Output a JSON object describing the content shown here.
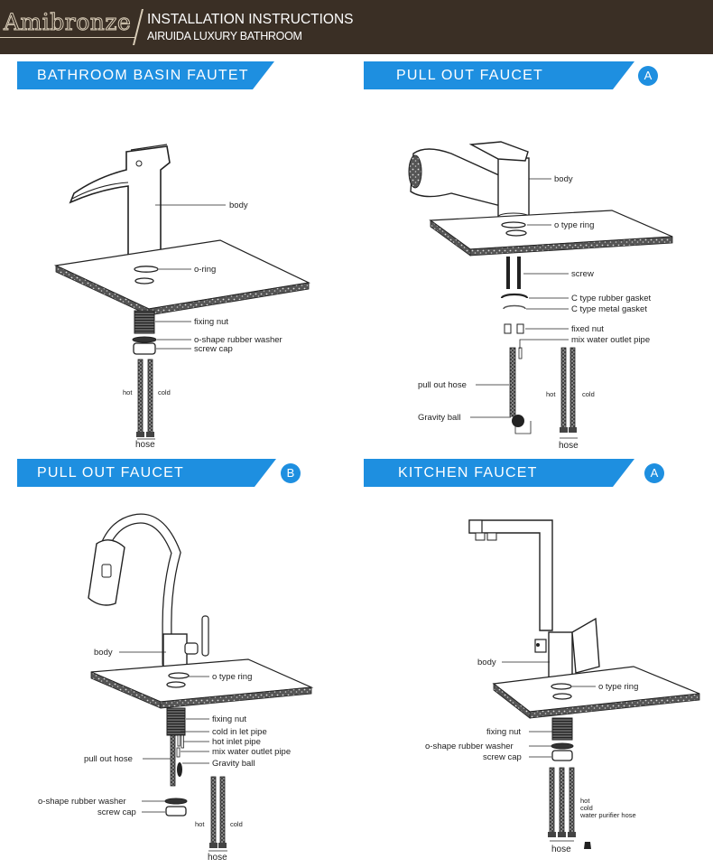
{
  "header": {
    "logo": "Amibronze",
    "title": "INSTALLATION INSTRUCTIONS",
    "subtitle": "AIRUIDA LUXURY BATHROOM"
  },
  "colors": {
    "header_bg": "#3a2f25",
    "banner": "#1e8fe0",
    "badge": "#1e8fe0"
  },
  "panels": {
    "basin": {
      "banner": "BATHROOM BASIN FAUTET",
      "labels": {
        "body": "body",
        "o_ring": "o-ring",
        "fixing_nut": "fixing nut",
        "washer": "o-shape rubber washer",
        "screw_cap": "screw cap",
        "hot": "hot",
        "cold": "cold",
        "hose": "hose"
      }
    },
    "pull_a": {
      "banner": "PULL OUT FAUCET",
      "badge": "A",
      "labels": {
        "body": "body",
        "o_type_ring": "o type ring",
        "screw": "screw",
        "c_rubber": "C type rubber gasket",
        "c_metal": "C type metal gasket",
        "fixed_nut": "fixed nut",
        "mix_pipe": "mix water outlet pipe",
        "pull_hose": "pull out hose",
        "gravity_ball": "Gravity ball",
        "hot": "hot",
        "cold": "cold",
        "hose": "hose"
      }
    },
    "pull_b": {
      "banner": "PULL OUT FAUCET",
      "badge": "B",
      "labels": {
        "body": "body",
        "o_type_ring": "o type ring",
        "fixing_nut": "fixing nut",
        "cold_pipe": "cold in let pipe",
        "hot_pipe": "hot inlet pipe",
        "mix_pipe": "mix water outlet pipe",
        "gravity_ball": "Gravity ball",
        "pull_hose": "pull out hose",
        "washer": "o-shape rubber washer",
        "screw_cap": "screw cap",
        "hot": "hot",
        "cold": "cold",
        "hose": "hose"
      }
    },
    "kitchen": {
      "banner": "KITCHEN FAUCET",
      "badge": "A",
      "labels": {
        "body": "body",
        "o_type_ring": "o type ring",
        "fixing_nut": "fixing nut",
        "washer": "o-shape rubber washer",
        "screw_cap": "screw cap",
        "hot": "hot",
        "cold": "cold",
        "purifier": "water purifier hose",
        "hose": "hose"
      }
    }
  }
}
